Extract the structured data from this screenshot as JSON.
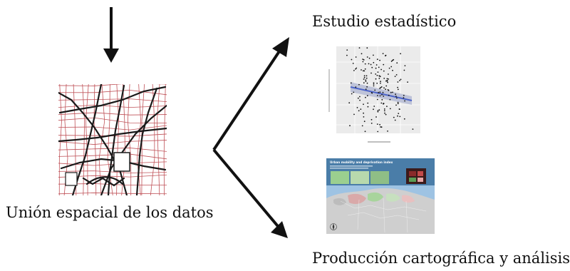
{
  "labels": {
    "spatial_join": "Unión espacial de los datos",
    "statistical_study": "Estudio estadístico",
    "cartography": "Producción cartográfica y análisis"
  },
  "map_panel": {
    "title": "Urban mobility and deprivation index"
  },
  "colors": {
    "arrow": "#111111",
    "street_lines": "#b5343c",
    "main_roads": "#1a1a1a",
    "plot_background": "#ebebeb",
    "regression_line": "#4b63c8",
    "confidence_band": "#b9bfd6",
    "map_header": "#4a7da8",
    "sea": "#9ec3e3",
    "land": "#cfcfcf"
  },
  "icons": {
    "top_arrow": "arrow-down-icon",
    "branch": "branch-arrows-icon",
    "compass": "compass-icon"
  }
}
